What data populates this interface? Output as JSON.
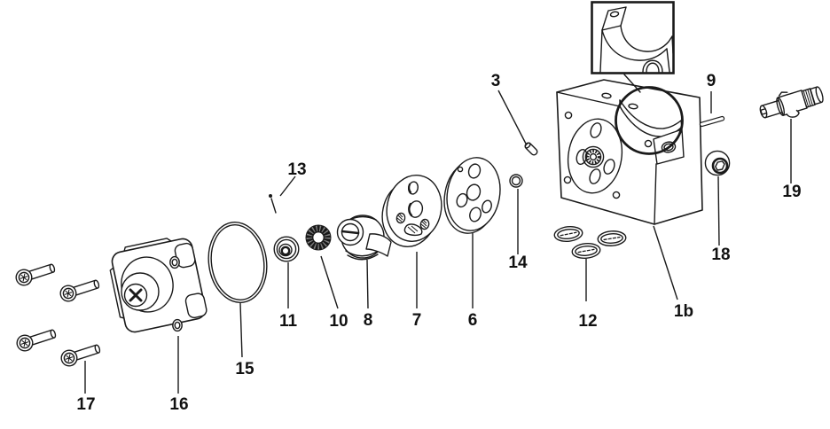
{
  "diagram": {
    "background_color": "#ffffff",
    "line_color": "#1a1a1a",
    "callouts": {
      "item_1b": "1b",
      "item_3": "3",
      "item_6": "6",
      "item_7": "7",
      "item_8": "8",
      "item_9": "9",
      "item_10": "10",
      "item_11": "11",
      "item_12": "12",
      "item_13": "13",
      "item_14": "14",
      "item_15": "15",
      "item_16": "16",
      "item_17": "17",
      "item_18": "18",
      "item_19": "19"
    }
  }
}
